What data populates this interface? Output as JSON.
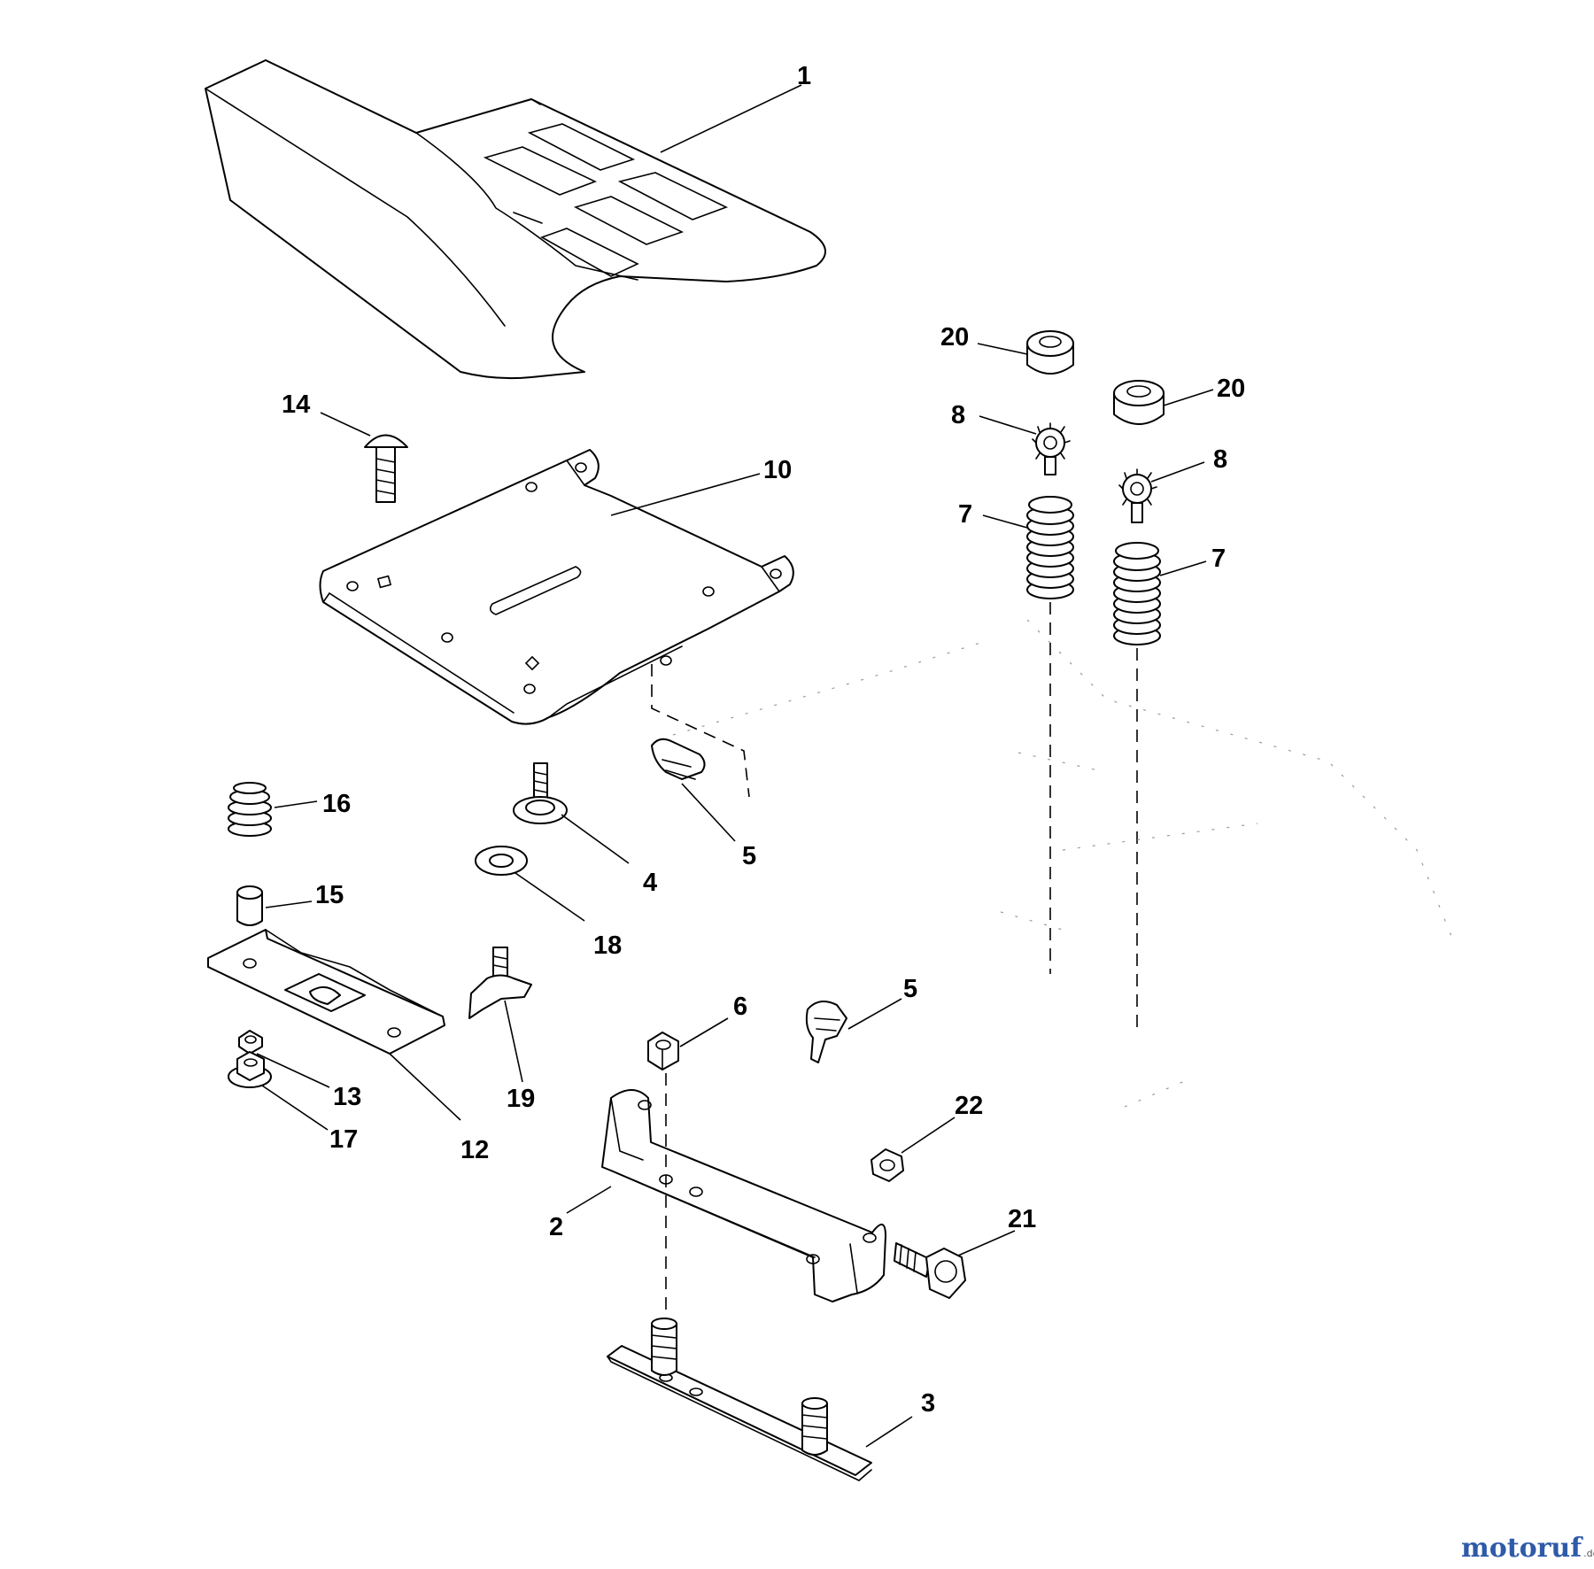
{
  "diagram": {
    "callouts": {
      "c1": "1",
      "c2": "2",
      "c3": "3",
      "c4": "4",
      "c5a": "5",
      "c5b": "5",
      "c6": "6",
      "c7a": "7",
      "c7b": "7",
      "c8a": "8",
      "c8b": "8",
      "c10": "10",
      "c12": "12",
      "c13": "13",
      "c14": "14",
      "c15": "15",
      "c16": "16",
      "c17": "17",
      "c18": "18",
      "c19": "19",
      "c20a": "20",
      "c20b": "20",
      "c21": "21",
      "c22": "22"
    }
  },
  "watermark": {
    "brand_main": "motoruf",
    "brand_suffix": ".de",
    "colors": {
      "main": "#2e5aa8",
      "accent": "#e08a1c"
    }
  }
}
